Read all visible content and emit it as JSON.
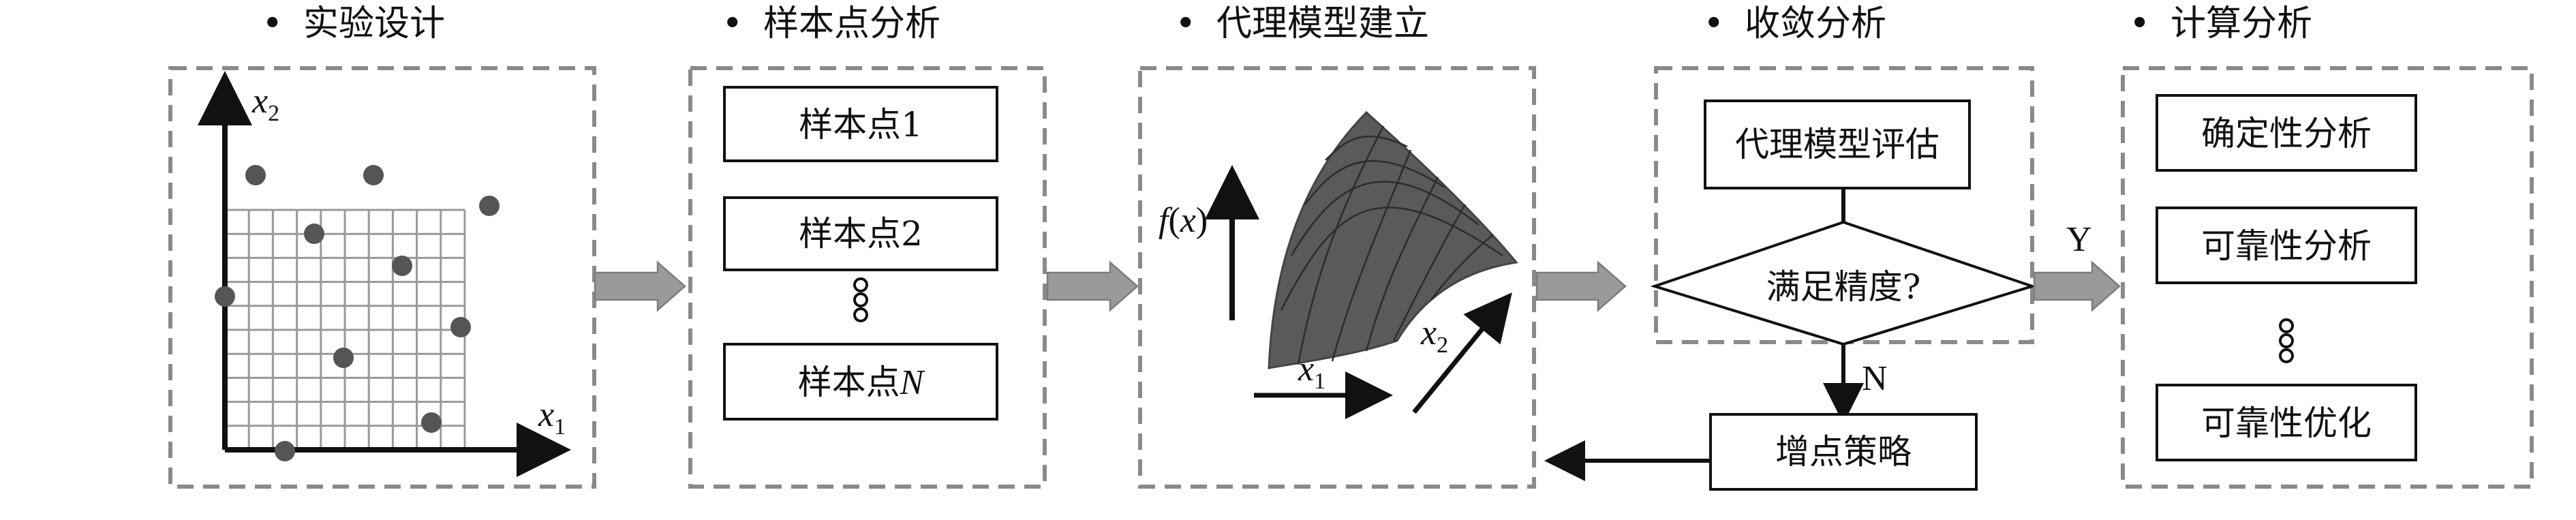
{
  "stages": [
    {
      "title": "实验设计"
    },
    {
      "title": "样本点分析"
    },
    {
      "title": "代理模型建立"
    },
    {
      "title": "收敛分析"
    },
    {
      "title": "计算分析"
    }
  ],
  "bullet": "•",
  "doe": {
    "x_axis_var": "x",
    "x_axis_sub": "1",
    "y_axis_var": "x",
    "y_axis_sub": "2"
  },
  "samples": {
    "items": [
      {
        "text": "样本点1",
        "italic_suffix": ""
      },
      {
        "text": "样本点2",
        "italic_suffix": ""
      },
      {
        "text": "样本点",
        "italic_suffix": "N"
      }
    ]
  },
  "surrogate": {
    "f_label_italic": "f",
    "f_label_paren_open": "(",
    "f_label_x": "x",
    "f_label_paren_close": ")",
    "x1_var": "x",
    "x1_sub": "1",
    "x2_var": "x",
    "x2_sub": "2"
  },
  "convergence": {
    "evaluate": "代理模型评估",
    "decision": "满足精度?",
    "yes_label": "Y",
    "no_label": "N",
    "infill": "增点策略"
  },
  "analysis": {
    "items": [
      "确定性分析",
      "可靠性分析",
      "可靠性优化"
    ]
  },
  "colors": {
    "dashed_border": "#8a8a8a",
    "flow_arrow": "#9a9a9a",
    "grid": "#9a9a9a",
    "points": "#555555",
    "surface": "#555555"
  }
}
